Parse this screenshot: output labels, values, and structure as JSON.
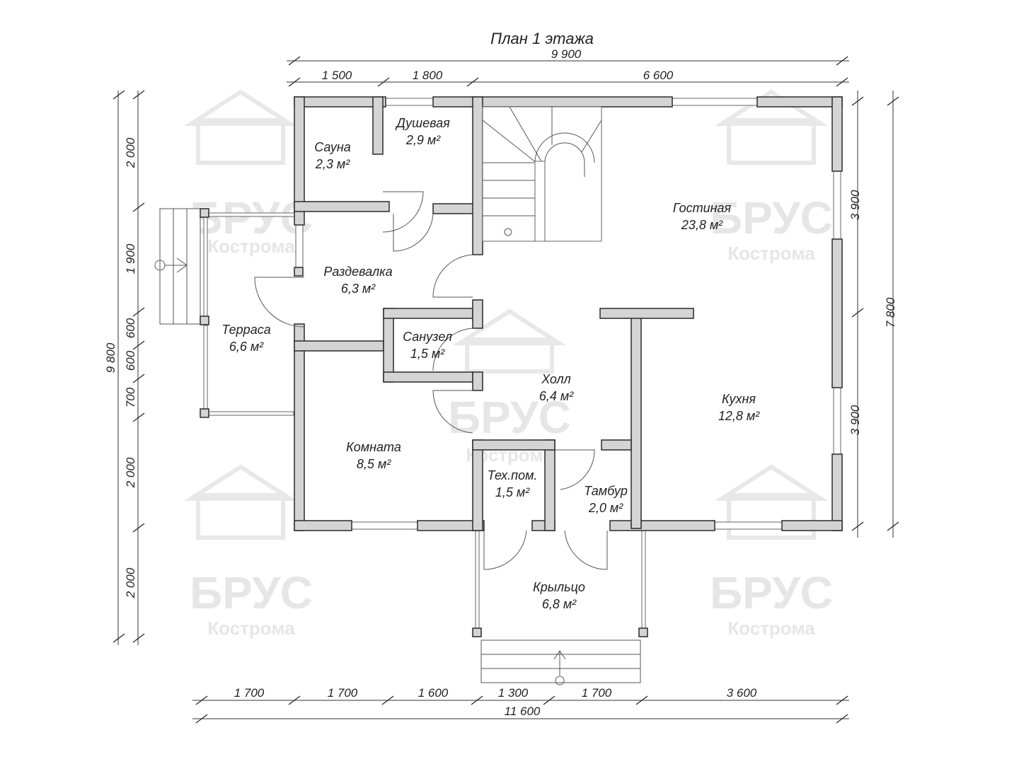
{
  "title": "План 1 этажа",
  "watermark": {
    "brand": "БРУС",
    "city": "Кострома"
  },
  "rooms": [
    {
      "name": "Сауна",
      "area": "2,3 м²"
    },
    {
      "name": "Душевая",
      "area": "2,9 м²"
    },
    {
      "name": "Гостиная",
      "area": "23,8 м²"
    },
    {
      "name": "Раздевалка",
      "area": "6,3 м²"
    },
    {
      "name": "Терраса",
      "area": "6,6 м²"
    },
    {
      "name": "Санузел",
      "area": "1,5 м²"
    },
    {
      "name": "Холл",
      "area": "6,4 м²"
    },
    {
      "name": "Кухня",
      "area": "12,8 м²"
    },
    {
      "name": "Комната",
      "area": "8,5 м²"
    },
    {
      "name": "Тех.пом.",
      "area": "1,5 м²"
    },
    {
      "name": "Тамбур",
      "area": "2,0 м²"
    },
    {
      "name": "Крыльцо",
      "area": "6,8 м²"
    }
  ],
  "dimensions": {
    "top_total": "9 900",
    "top": [
      "1 500",
      "1 800",
      "6 600"
    ],
    "bottom": [
      "1 700",
      "1 700",
      "1 600",
      "1 300",
      "1 700",
      "3 600"
    ],
    "bottom_total": "11 600",
    "left_total": "9 800",
    "left": [
      "2 000",
      "1 900",
      "600",
      "600",
      "700",
      "2 000",
      "2 000"
    ],
    "right": [
      "3 900",
      "3 900"
    ],
    "right_total": "7 800"
  }
}
